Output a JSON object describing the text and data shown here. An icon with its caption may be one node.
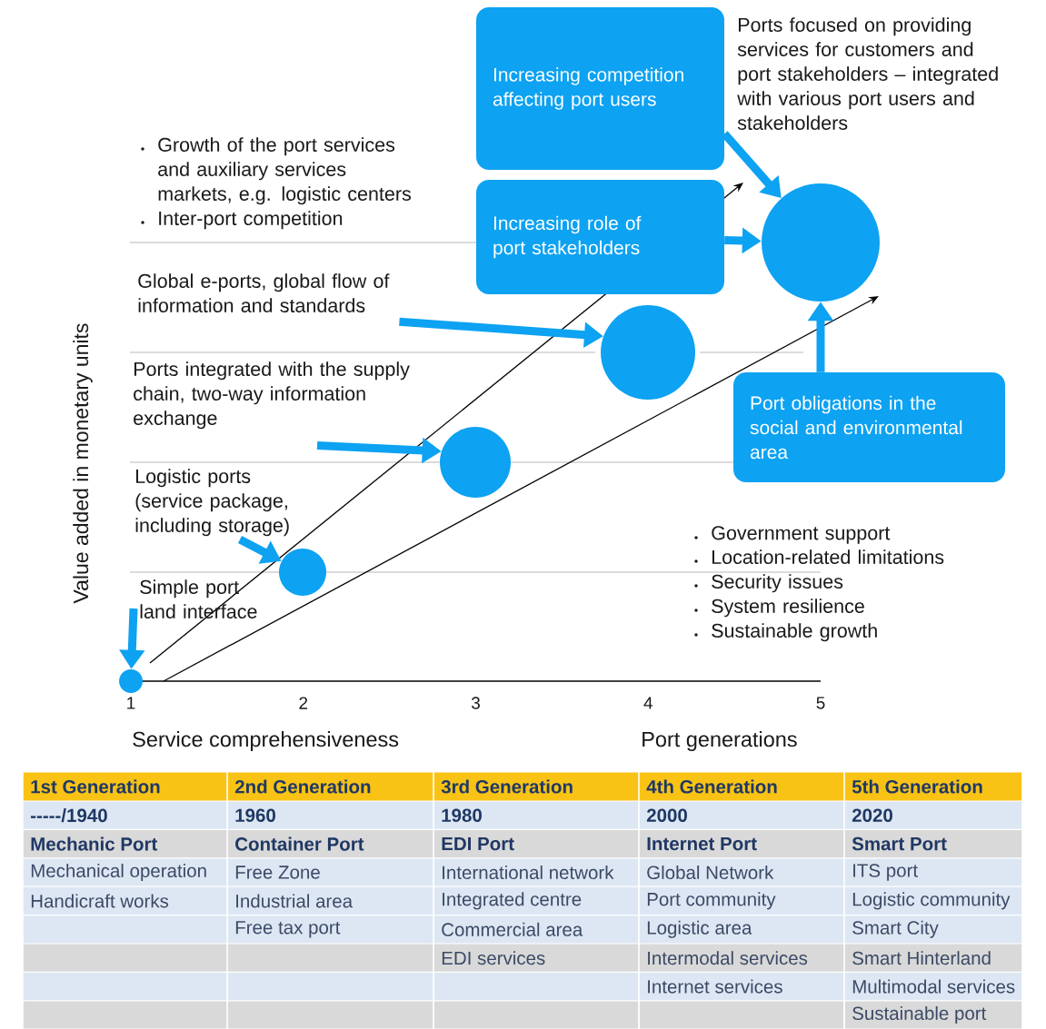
{
  "diagram": {
    "nodes": [
      {
        "text": [
          "Increasing competition affecting port users"
        ]
      },
      {
        "text": [
          "Increasing role of port stakeholders"
        ]
      },
      {
        "text": [
          "Port obligations in the social and environmental area"
        ]
      },
      {
        "text": [],
        "shape": "circle"
      },
      {
        "text": [],
        "shape": "circle"
      },
      {
        "text": [],
        "shape": "circle"
      },
      {
        "text": [],
        "shape": "circle"
      },
      {
        "text": [],
        "shape": "circle"
      },
      {
        "text": [
          "Global e-ports, global flow of information and standards"
        ]
      },
      {
        "text": [
          "Ports integrated with the supply chain, two-way information exchange"
        ]
      },
      {
        "text": [
          "Logistic ports (service package, including storage)"
        ]
      },
      {
        "text": [
          "Simple port land interface"
        ]
      }
    ],
    "edges": [
      {
        "from": 0,
        "to": 3,
        "arrow": "to"
      },
      {
        "from": 1,
        "to": 3,
        "arrow": "to"
      },
      {
        "from": 2,
        "to": 3,
        "arrow": "to"
      },
      {
        "from": 8,
        "to": 4,
        "arrow": "to"
      },
      {
        "from": 9,
        "to": 5,
        "arrow": "to"
      },
      {
        "from": 10,
        "to": 6,
        "arrow": "to"
      },
      {
        "from": 11,
        "to": 7,
        "arrow": "to"
      }
    ],
    "labels": [
      "Ports focused on providing services for customers and port stakeholders – integrated with various port users and stakeholders",
      "Growth of the port services and auxiliary services markets, e.g. logistic centers",
      "Inter-port competition",
      "Government support",
      "Location-related limitations",
      "Security issues",
      "System resilience",
      "Sustainable growth",
      "Value added in monetary units",
      "1",
      "2",
      "3",
      "4",
      "5",
      "Service comprehensiveness",
      "Port generations",
      "1st  Generation",
      "2nd Generation",
      "3rd Generation",
      "4th Generation",
      "5th Generation",
      "-----/1940",
      "1960",
      "1980",
      "2000",
      "2020",
      "Mechanic Port",
      "Container Port",
      "EDI Port",
      "Internet Port",
      "Smart Port",
      "Mechanical operation",
      "Free Zone",
      "International network",
      "Global Network",
      "ITS port",
      "Handicraft works",
      "Industrial area",
      "Integrated centre",
      "Port community",
      "Logistic community",
      "Free tax port",
      "Commercial area",
      "Logistic area",
      "Smart City",
      "EDI services",
      "Intermodal services",
      "Smart Hinterland",
      "Internet services",
      "Multimodal services",
      "Sustainable port"
    ]
  }
}
